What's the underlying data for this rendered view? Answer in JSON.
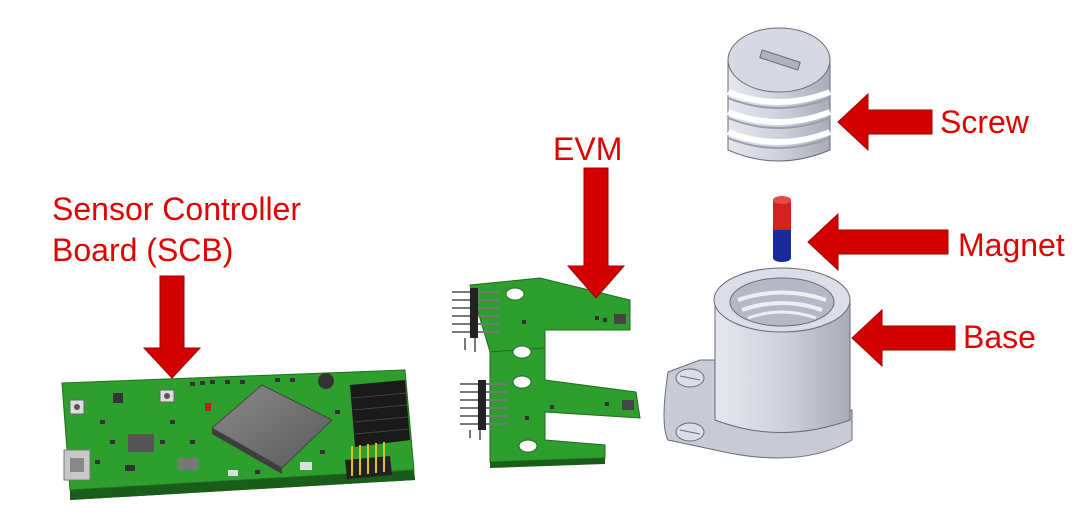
{
  "labels": {
    "scb_line1": "Sensor Controller",
    "scb_line2": "Board (SCB)",
    "evm": "EVM",
    "screw": "Screw",
    "magnet": "Magnet",
    "base": "Base"
  },
  "colors": {
    "label_red": "#e00000",
    "arrow_red": "#d40000",
    "pcb_green": "#2e9e2e",
    "part_gray": "#c8cad6",
    "magnet_red": "#d62020",
    "magnet_blue": "#1a2a9a"
  }
}
